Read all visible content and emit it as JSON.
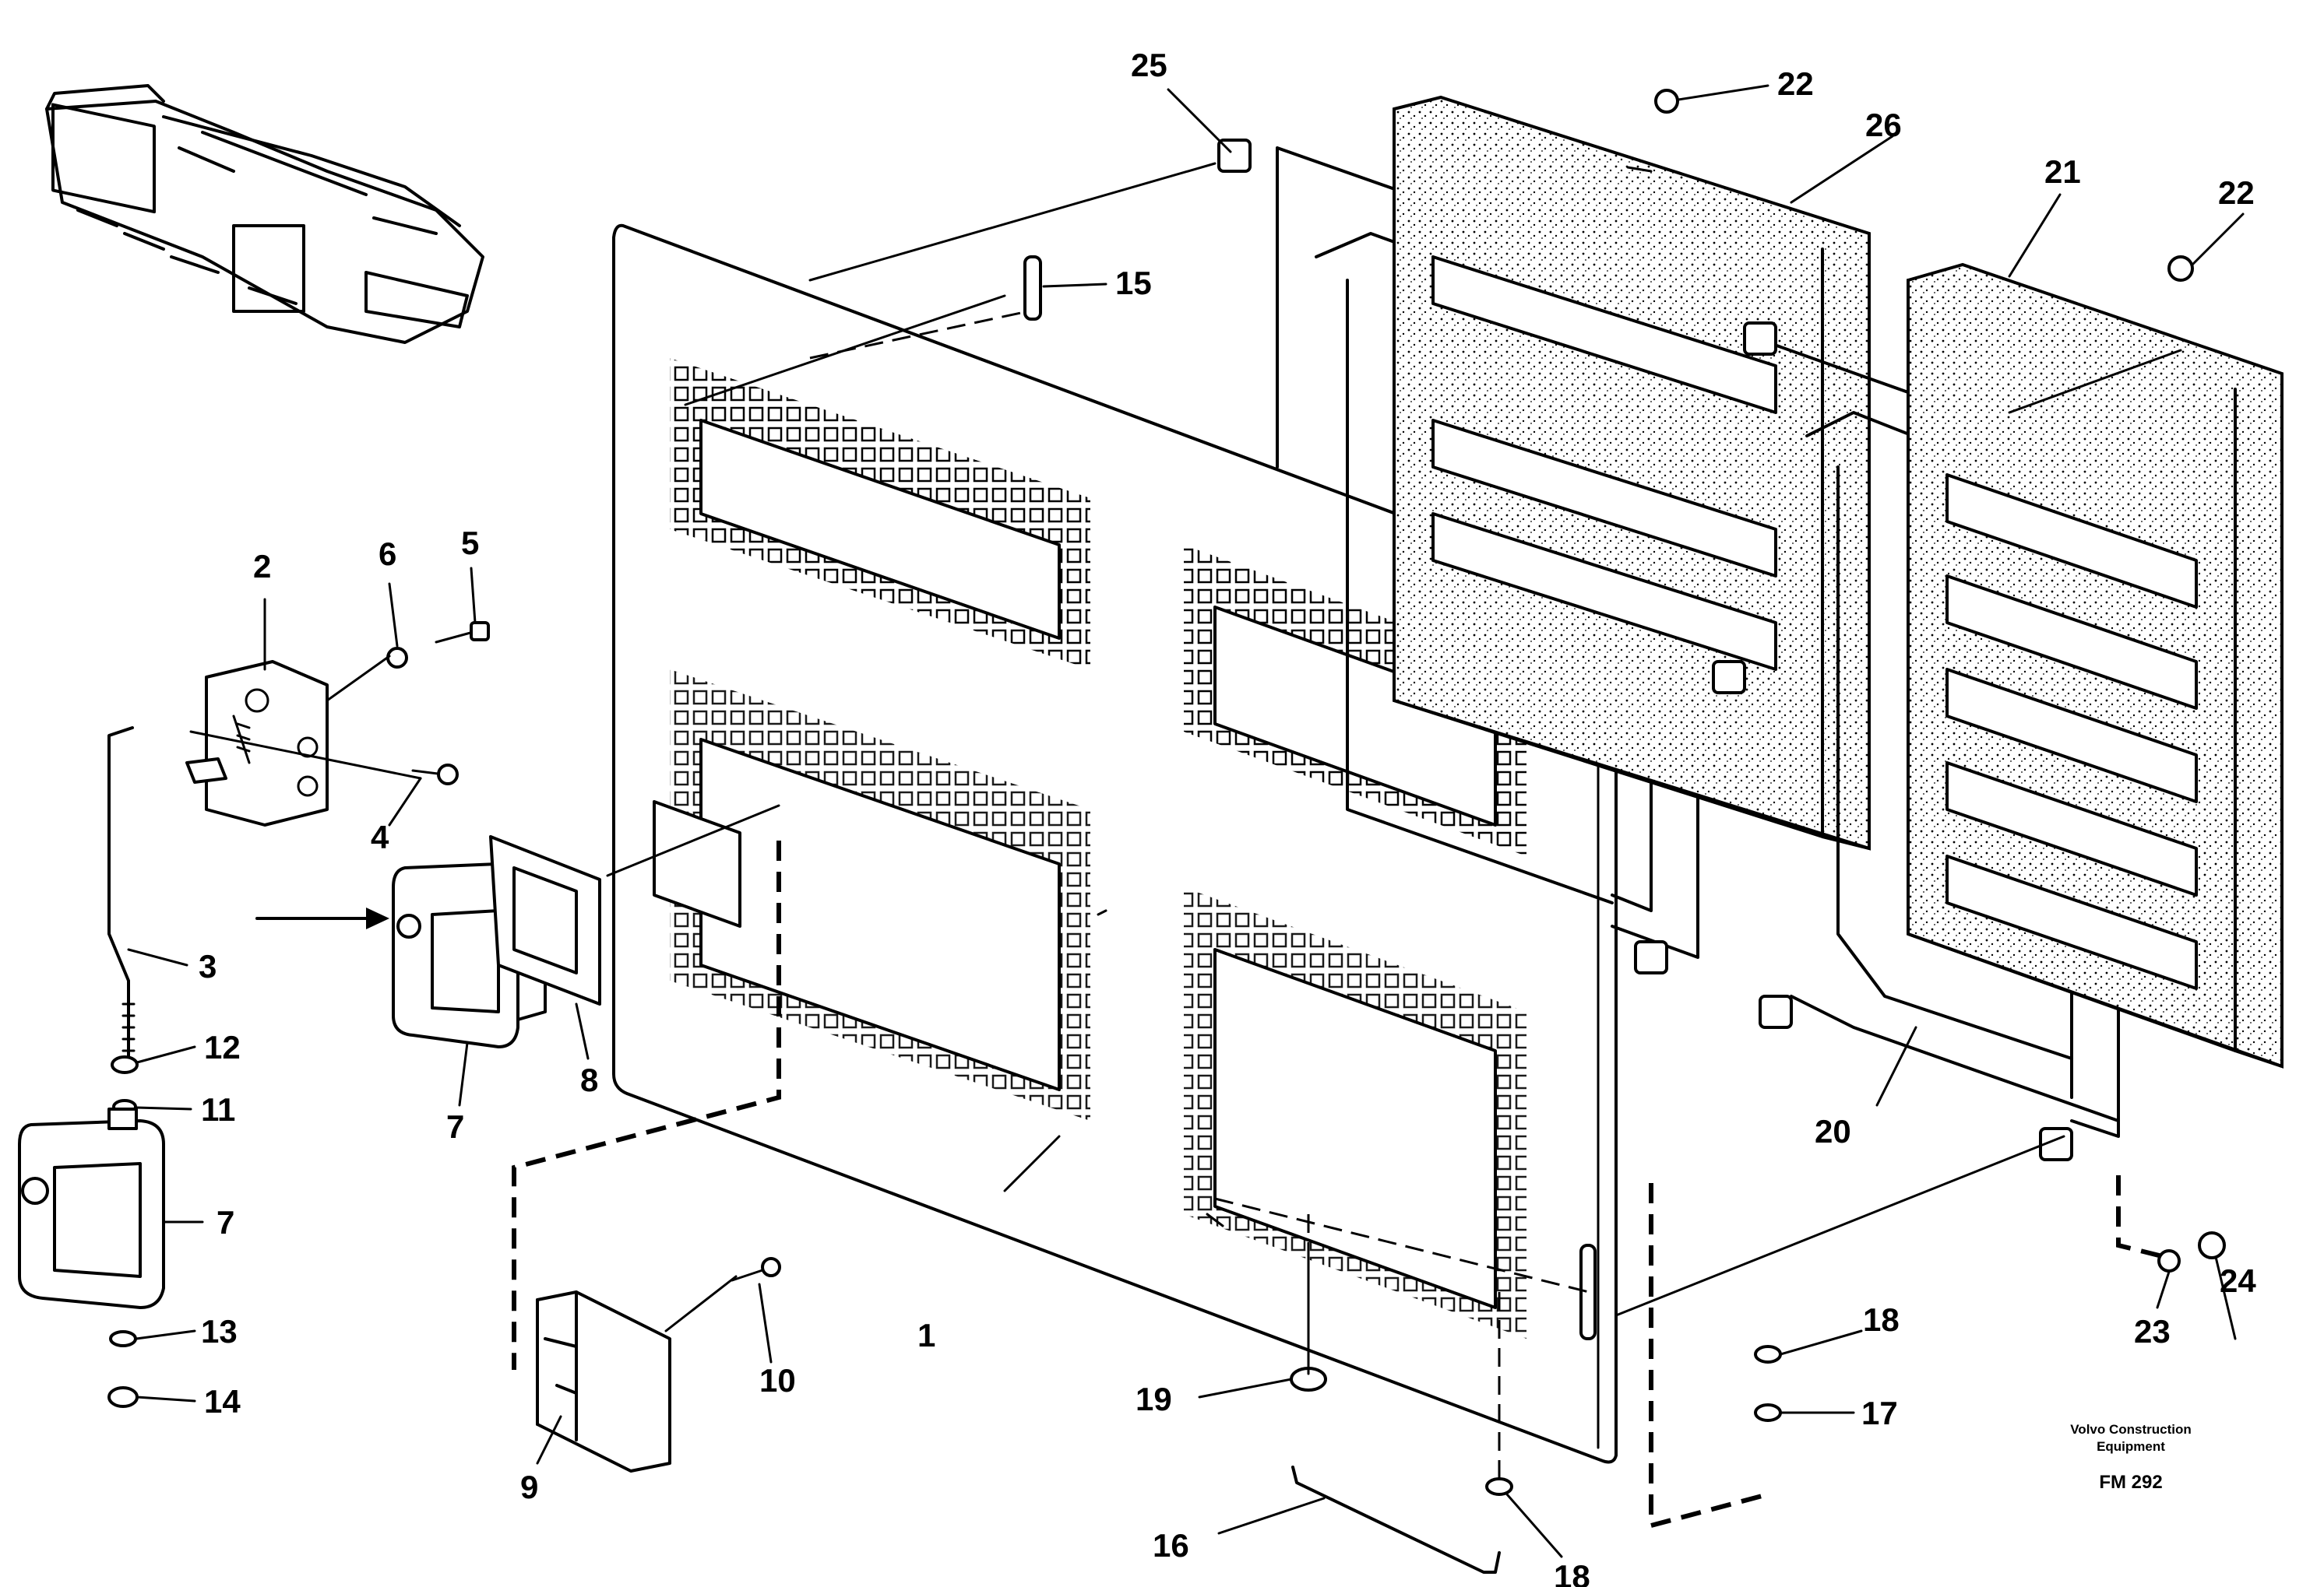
{
  "diagram": {
    "callouts": [
      "1",
      "2",
      "3",
      "4",
      "5",
      "6",
      "7",
      "7",
      "8",
      "9",
      "10",
      "11",
      "12",
      "13",
      "14",
      "15",
      "16",
      "17",
      "18",
      "18",
      "19",
      "20",
      "21",
      "22",
      "22",
      "23",
      "24",
      "25",
      "26"
    ],
    "caption": {
      "publisher_line1": "Volvo Construction",
      "publisher_line2": "Equipment",
      "figure_code": "FM 292"
    }
  }
}
